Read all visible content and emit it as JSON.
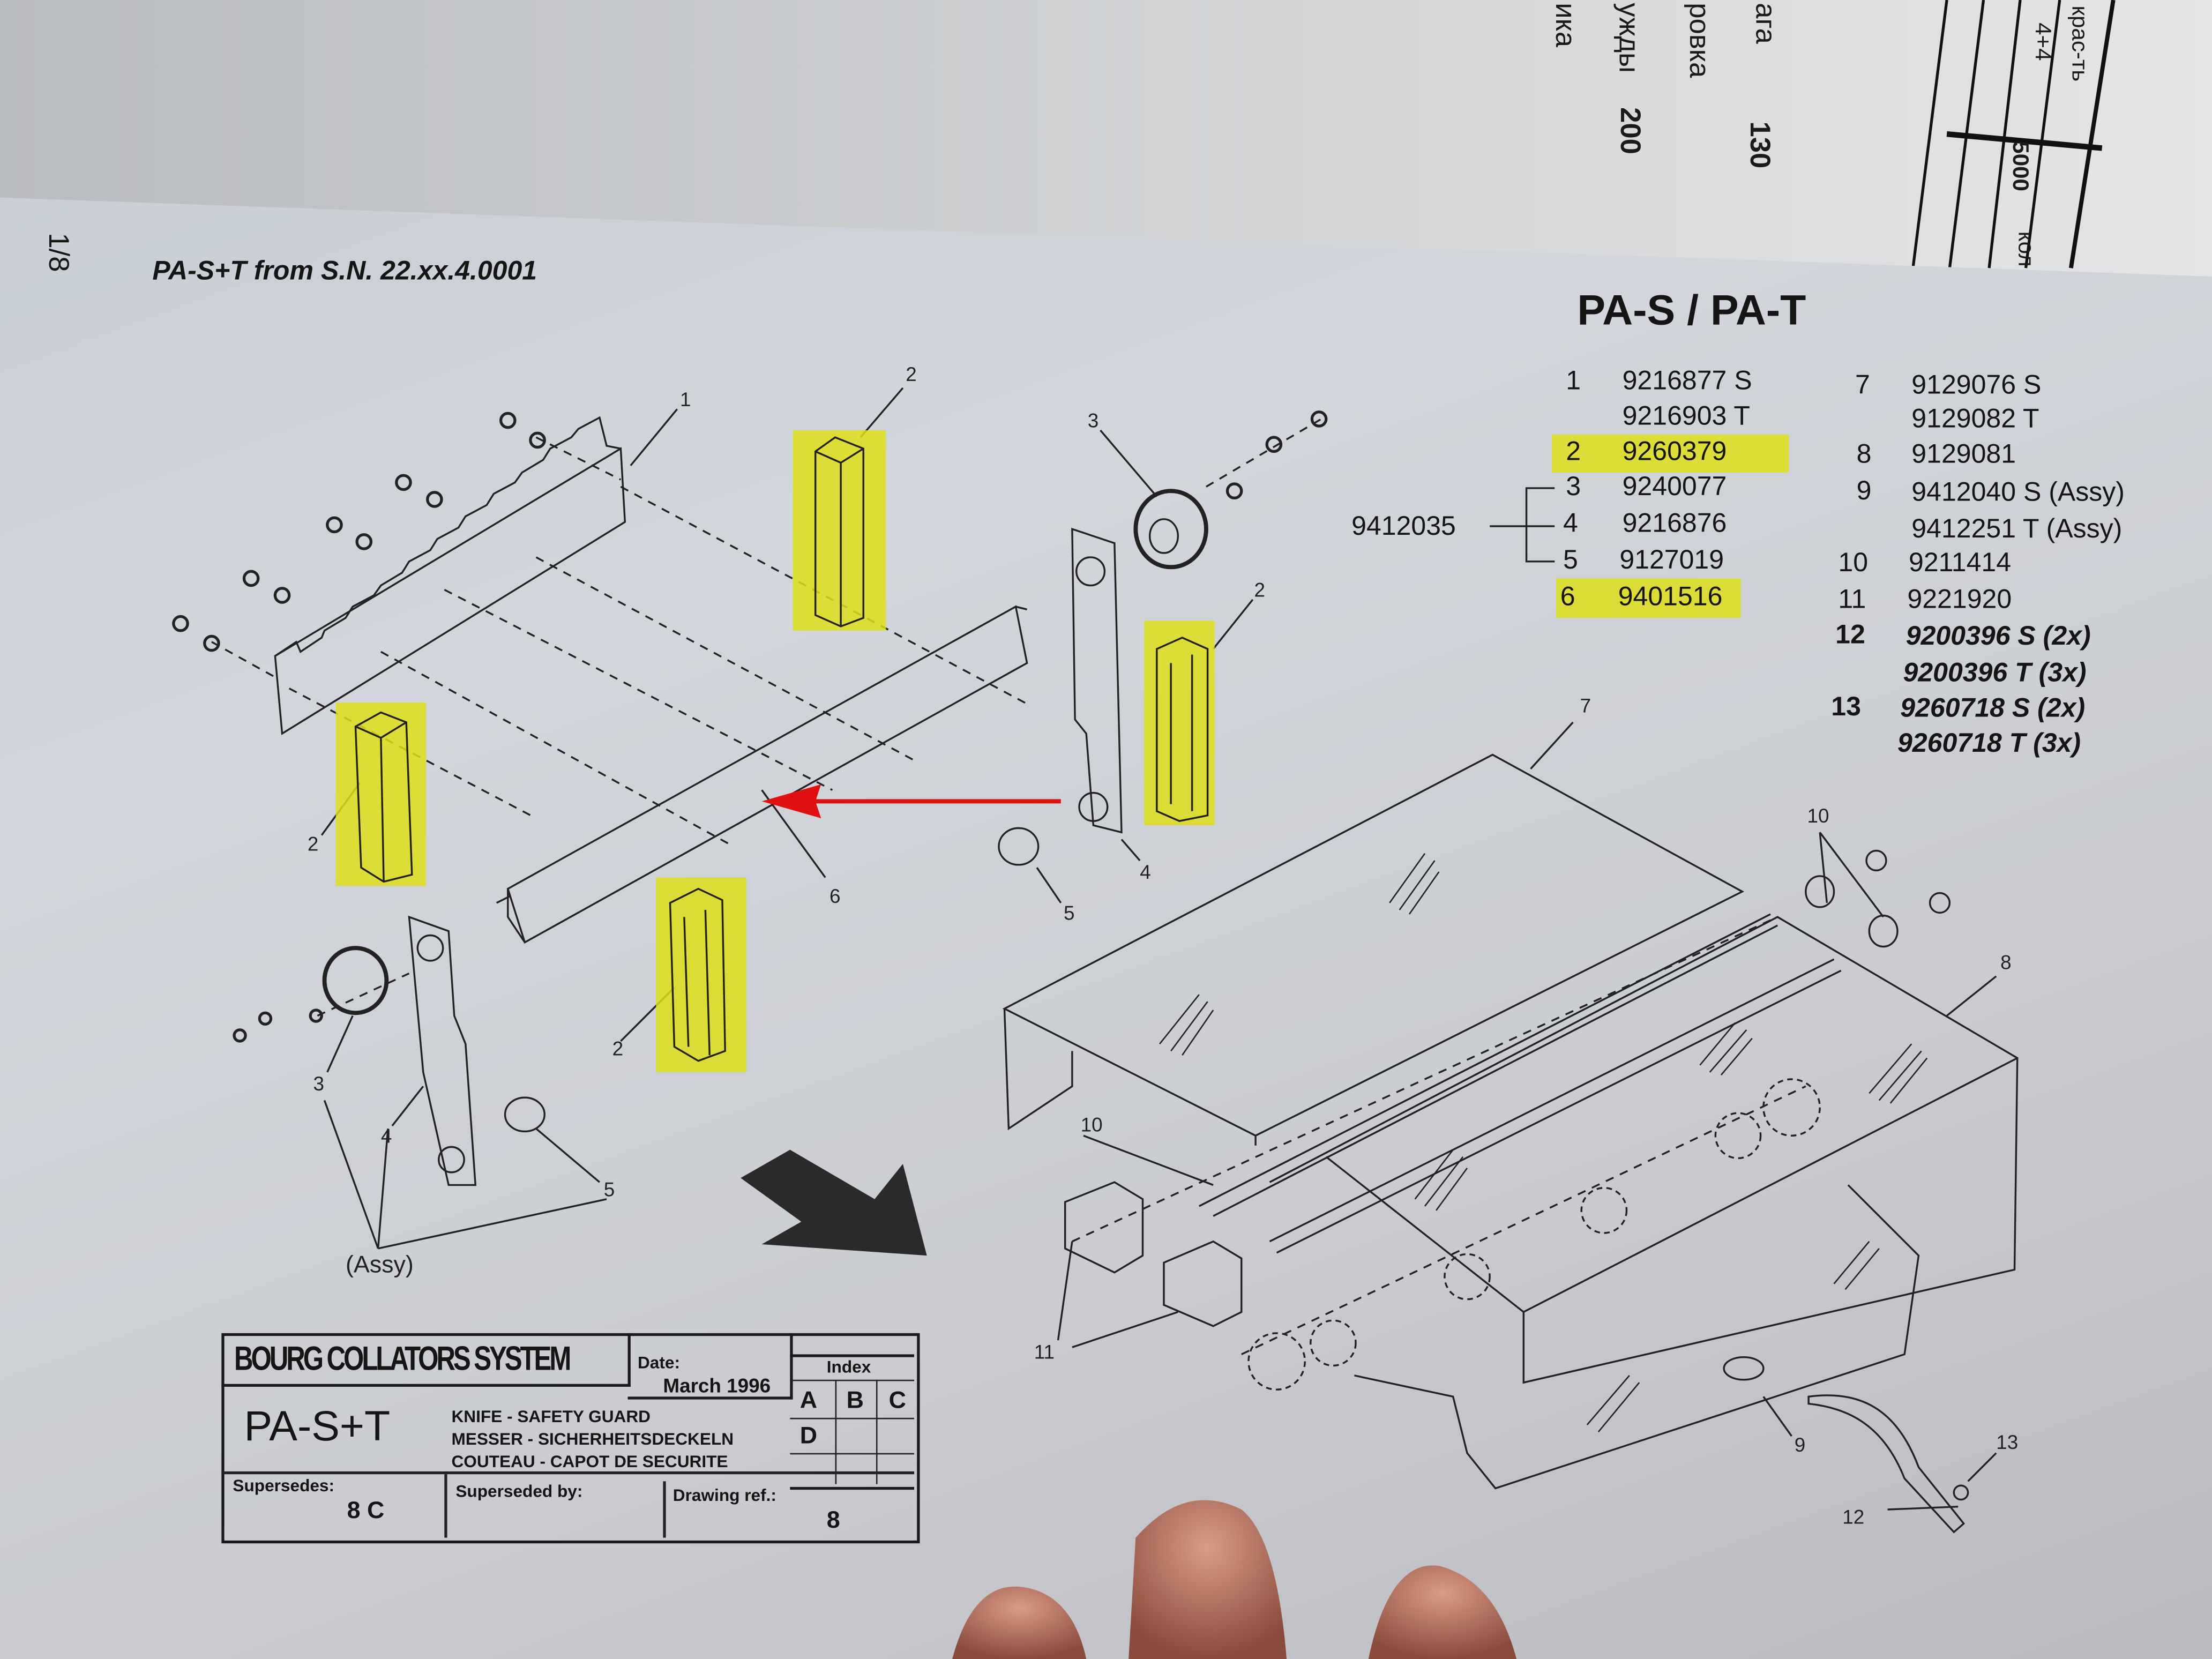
{
  "back_page": {
    "row_labels": [
      "ага",
      "ровка",
      "ужды",
      "ика"
    ],
    "values": [
      "130",
      "200"
    ],
    "table": {
      "header": "крас-ть",
      "sub": "4+4",
      "value": "5000",
      "footer": "кол"
    }
  },
  "page_number": "1/8",
  "subtitle": "PA-S+T from S.N. 22.xx.4.0001",
  "title": "PA-S / PA-T",
  "parts_list": {
    "left": [
      {
        "num": "1",
        "codes": [
          "9216877 S",
          "9216903 T"
        ],
        "highlighted": false
      },
      {
        "num": "2",
        "codes": [
          "9260379"
        ],
        "highlighted": true
      },
      {
        "num": "3",
        "codes": [
          "9240077"
        ],
        "highlighted": false
      },
      {
        "num": "4",
        "codes": [
          "9216876"
        ],
        "highlighted": false
      },
      {
        "num": "5",
        "codes": [
          "9127019"
        ],
        "highlighted": false
      },
      {
        "num": "6",
        "codes": [
          "9401516"
        ],
        "highlighted": true
      }
    ],
    "group_label": "9412035",
    "right": [
      {
        "num": "7",
        "codes": [
          "9129076 S",
          "9129082 T"
        ]
      },
      {
        "num": "8",
        "codes": [
          "9129081"
        ]
      },
      {
        "num": "9",
        "codes": [
          "9412040 S (Assy)",
          "9412251 T (Assy)"
        ]
      },
      {
        "num": "10",
        "codes": [
          "9211414"
        ]
      },
      {
        "num": "11",
        "codes": [
          "9221920"
        ]
      },
      {
        "num": "12",
        "codes": [
          "9200396 S (2x)",
          "9200396 T (3x)"
        ]
      },
      {
        "num": "13",
        "codes": [
          "9260718 S (2x)",
          "9260718 T (3x)"
        ]
      }
    ],
    "highlight_color": "#dede1a"
  },
  "callouts": [
    "1",
    "2",
    "3",
    "2",
    "7",
    "10",
    "8",
    "6",
    "4",
    "5",
    "2",
    "2",
    "3",
    "4",
    "5",
    "(Assy)",
    "10",
    "11",
    "9",
    "13",
    "12"
  ],
  "arrow_color": "#e01010",
  "title_block": {
    "logo": "BOURG COLLATORS SYSTEM",
    "date_label": "Date:",
    "date": "March 1996",
    "index_label": "Index",
    "index_letters": [
      "A",
      "B",
      "C",
      "D"
    ],
    "model": "PA-S+T",
    "desc": [
      "KNIFE - SAFETY GUARD",
      "MESSER - SICHERHEITSDECKELN",
      "COUTEAU - CAPOT DE SECURITE"
    ],
    "supersedes_label": "Supersedes:",
    "supersedes": "8 C",
    "superseded_by_label": "Superseded by:",
    "drawing_ref_label": "Drawing ref.:",
    "drawing_ref": "8"
  }
}
